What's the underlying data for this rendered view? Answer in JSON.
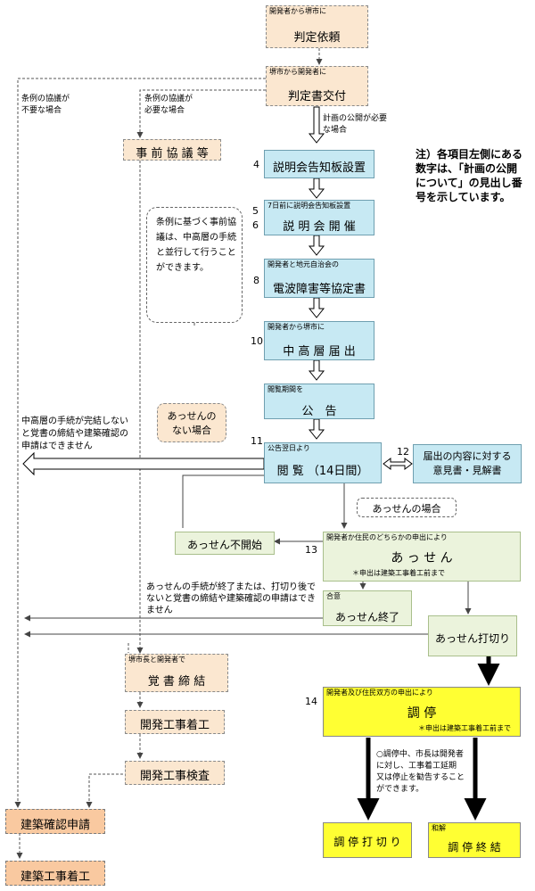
{
  "flow": {
    "request": {
      "small": "開発者から堺市に",
      "main": "判定依頼"
    },
    "issue": {
      "small": "堺市から開発者に",
      "main": "判定書交付"
    },
    "branch_no": "条例の協議が\n不要な場合",
    "branch_yes": "条例の協議が\n必要な場合",
    "branch_publish": "計画の公開が必要\nな場合",
    "prior": {
      "main": "事 前 協 議 等"
    },
    "sign": {
      "num": "4",
      "main": "説明会告知板設置"
    },
    "meeting": {
      "num": "5\n6",
      "small": "7日前に説明会告知板設置",
      "main": "説 明 会 開 催"
    },
    "radio": {
      "num": "8",
      "small": "開発者と地元自治会の",
      "main": "電波障害等協定書"
    },
    "midrise": {
      "num": "10",
      "small": "開発者から堺市に",
      "main": "中 高 層 届 出"
    },
    "announce": {
      "small": "閲覧期間を",
      "main": "公　告"
    },
    "viewing": {
      "num": "11",
      "small": "公告翌日より",
      "main": "閲 覧 （14日間）"
    },
    "opinion": {
      "num": "12",
      "main": "届出の内容に対する\n意見書・見解書"
    },
    "mediation": {
      "num": "13",
      "small": "開発者か住民のどちらかの申出により",
      "main": "あ っ せ ん",
      "note": "＊申出は建築工事着工前まで"
    },
    "no_mediation_start": "あっせん不開始",
    "mediation_end": {
      "small": "合意",
      "main": "あっせん終了"
    },
    "mediation_cut": "あっせん打切り",
    "conciliation": {
      "num": "14",
      "small": "開発者及び住民双方の申出により",
      "main": "調 停",
      "note": "＊申出は建築工事着工前まで"
    },
    "conciliation_cut": "調 停 打 切 り",
    "settlement": {
      "small": "和解",
      "main": "調 停 終 結"
    },
    "agreement": {
      "small": "堺市長と開発者で",
      "main": "覚 書 締 結"
    },
    "dev_start": "開発工事着工",
    "dev_inspect": "開発工事検査",
    "build_apply": "建築確認申請",
    "build_start": "建築工事着工"
  },
  "notes": {
    "side_note": "注）各項目左側にある数字は、「計画の公開について」の見出し番号を示しています。",
    "bubble": "条例に基づく事前協議は、中高層の手続と並行して行うことができます。",
    "no_mediation_case": "あっせんの\nない場合",
    "mediation_case": "あっせんの場合",
    "left_warning": "中高層の手続が完結しないと覚書の締結や建築確認の申請はできません",
    "mid_warning": "あっせんの手続が終了または、打切り後でないと覚書の締結や建築確認の申請はできません",
    "conciliation_note": "○調停中、市長は開発者に対し、工事着工延期　又は停止を勧告することができます。"
  }
}
